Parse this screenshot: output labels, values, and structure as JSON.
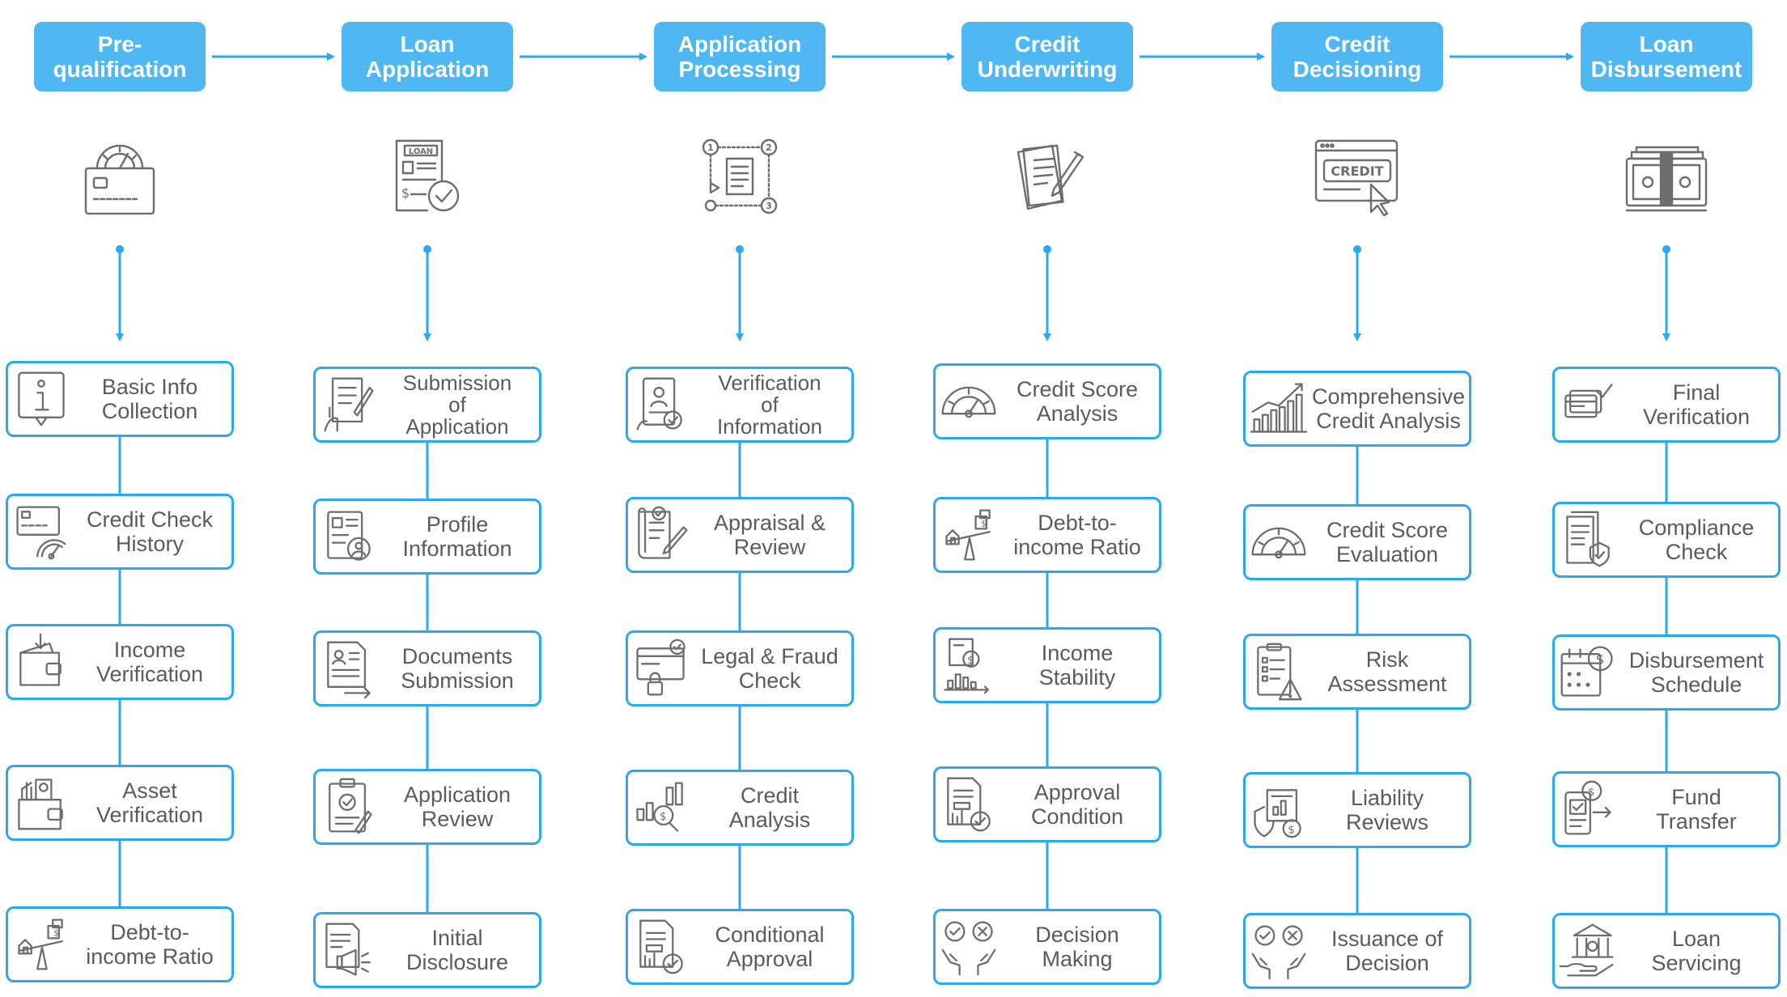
{
  "colors": {
    "stage": "#4fb8f3",
    "border": "#2aa8f0",
    "arrow": "#2aa8f0",
    "icon": "#6d6d6d",
    "text": "#5b5b5b"
  },
  "stages": [
    {
      "label": "Pre-\nqualification",
      "icon": "credit-gauge-icon",
      "steps": [
        {
          "label": "Basic Info\nCollection",
          "icon": "info-icon"
        },
        {
          "label": "Credit Check\nHistory",
          "icon": "card-gauge-icon"
        },
        {
          "label": "Income\nVerification",
          "icon": "wallet-download-icon"
        },
        {
          "label": "Asset\nVerification",
          "icon": "wallet-chart-icon"
        },
        {
          "label": "Debt-to-\nincome Ratio",
          "icon": "balance-scale-icon"
        }
      ]
    },
    {
      "label": "Loan\nApplication",
      "icon": "loan-form-icon",
      "steps": [
        {
          "label": "Submission\nof\nApplication",
          "icon": "form-pen-icon"
        },
        {
          "label": "Profile\nInformation",
          "icon": "profile-doc-icon"
        },
        {
          "label": "Documents\nSubmission",
          "icon": "document-send-icon"
        },
        {
          "label": "Application\nReview",
          "icon": "clipboard-check-icon"
        },
        {
          "label": "Initial\nDisclosure",
          "icon": "megaphone-doc-icon"
        }
      ]
    },
    {
      "label": "Application\nProcessing",
      "icon": "process-steps-icon",
      "steps": [
        {
          "label": "Verification\nof\nInformation",
          "icon": "id-check-icon"
        },
        {
          "label": "Appraisal &\nReview",
          "icon": "scroll-pen-icon"
        },
        {
          "label": "Legal & Fraud\nCheck",
          "icon": "card-lock-icon"
        },
        {
          "label": "Credit\nAnalysis",
          "icon": "chart-magnifier-icon"
        },
        {
          "label": "Conditional\nApproval",
          "icon": "doc-check-icon"
        }
      ]
    },
    {
      "label": "Credit\nUnderwriting",
      "icon": "papers-pen-icon",
      "steps": [
        {
          "label": "Credit Score\nAnalysis",
          "icon": "gauge-icon"
        },
        {
          "label": "Debt-to-\nincome Ratio",
          "icon": "balance-scale-icon"
        },
        {
          "label": "Income\nStability",
          "icon": "bars-dollar-icon"
        },
        {
          "label": "Approval\nCondition",
          "icon": "doc-check-icon"
        },
        {
          "label": "Decision\nMaking",
          "icon": "hands-choice-icon"
        }
      ]
    },
    {
      "label": "Credit\nDecisioning",
      "icon": "credit-screen-icon",
      "steps": [
        {
          "label": "Comprehensive\nCredit Analysis",
          "icon": "growth-chart-icon"
        },
        {
          "label": "Credit Score\nEvaluation",
          "icon": "gauge-icon"
        },
        {
          "label": "Risk\nAssessment",
          "icon": "checklist-warning-icon"
        },
        {
          "label": "Liability\nReviews",
          "icon": "shield-chart-icon"
        },
        {
          "label": "Issuance of\nDecision",
          "icon": "hands-choice-icon"
        }
      ]
    },
    {
      "label": "Loan\nDisbursement",
      "icon": "banknotes-icon",
      "steps": [
        {
          "label": "Final\nVerification",
          "icon": "card-check-icon"
        },
        {
          "label": "Compliance\nCheck",
          "icon": "doc-shield-icon"
        },
        {
          "label": "Disbursement\nSchedule",
          "icon": "calendar-dollar-icon"
        },
        {
          "label": "Fund\nTransfer",
          "icon": "phone-transfer-icon"
        },
        {
          "label": "Loan\nServicing",
          "icon": "bank-hand-icon"
        }
      ]
    }
  ]
}
